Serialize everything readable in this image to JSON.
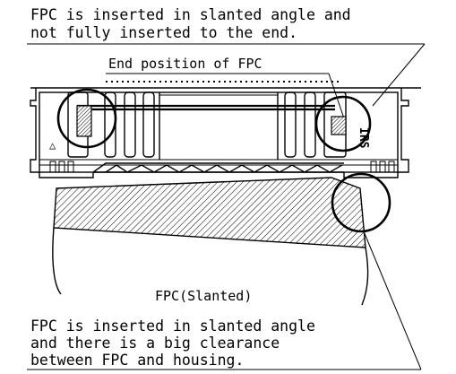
{
  "callout_top": {
    "line1": "FPC is inserted in slanted angle and",
    "line2": "not fully inserted to the end."
  },
  "end_position_label": "End position of FPC",
  "fpc_label": "FPC(Slanted)",
  "callout_bottom": {
    "line1": "FPC is inserted in slanted angle",
    "line2": "and there is a big clearance",
    "line3": "between FPC and housing."
  },
  "housing_marking": "IRS",
  "polarity_mark": "△"
}
